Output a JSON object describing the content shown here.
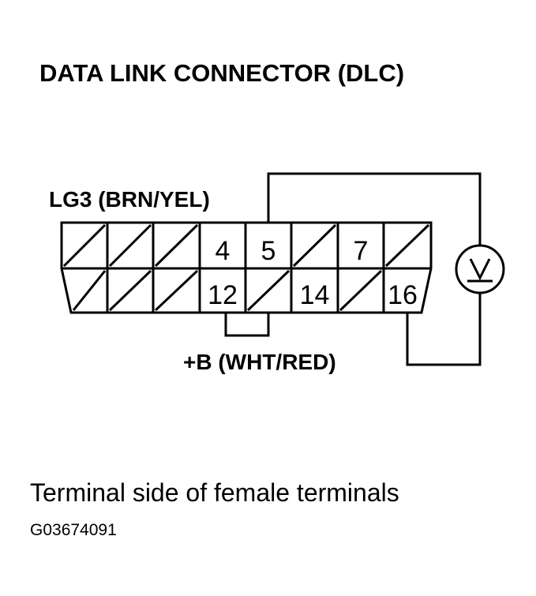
{
  "title": "DATA LINK CONNECTOR (DLC)",
  "wire_top_label": "LG3 (BRN/YEL)",
  "wire_bottom_label": "+B (WHT/RED)",
  "connector": {
    "row1": [
      "",
      "",
      "",
      "4",
      "5",
      "",
      "7",
      ""
    ],
    "row2": [
      "",
      "",
      "",
      "12",
      "",
      "14",
      "",
      "16"
    ]
  },
  "meter_symbol": "V",
  "caption": "Terminal side of female terminals",
  "figure_code": "G03674091"
}
